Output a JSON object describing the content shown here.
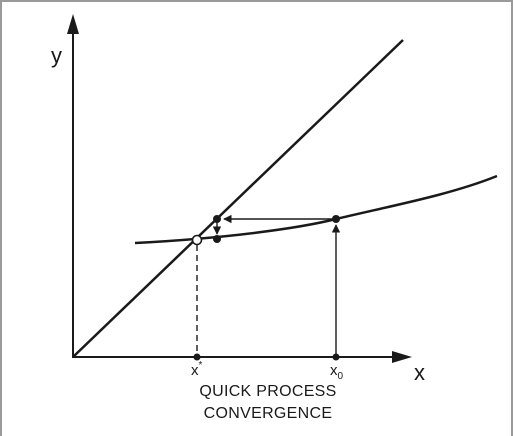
{
  "diagram": {
    "axes": {
      "x_label": "x",
      "y_label": "y"
    },
    "ticks": {
      "x_star": {
        "base": "x",
        "sup": "*"
      },
      "x_zero": {
        "base": "x",
        "sub": "0"
      }
    },
    "caption": {
      "line1": "QUICK PROCESS",
      "line2": "CONVERGENCE"
    },
    "colors": {
      "ink": "#1a1a1a",
      "frame": "#9a9a9a"
    }
  }
}
